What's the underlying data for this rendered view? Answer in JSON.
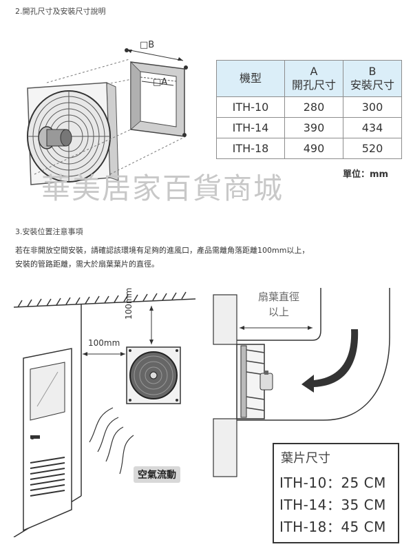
{
  "section2": {
    "title": "2.開孔尺寸及安裝尺寸說明"
  },
  "diagram_labels": {
    "b_label": "□B",
    "a_label": "□A"
  },
  "spec_table": {
    "headers": [
      {
        "line1": "機型",
        "line2": ""
      },
      {
        "line1": "A",
        "line2": "開孔尺寸"
      },
      {
        "line1": "B",
        "line2": "安裝尺寸"
      }
    ],
    "rows": [
      [
        "ITH-10",
        "280",
        "300"
      ],
      [
        "ITH-14",
        "390",
        "434"
      ],
      [
        "ITH-18",
        "490",
        "520"
      ]
    ],
    "unit": "單位：mm"
  },
  "watermark": "華美居家百貨商城",
  "section3": {
    "title": "3.安裝位置注意事項",
    "note_line1": "若在非開放空間安裝，請確認該環境有足夠的進風口，產品需離角落距離100mm以上，",
    "note_line2": "安裝的管路距離，需大於扇葉葉片的直徑。"
  },
  "install": {
    "dist_side": "100mm",
    "dist_top": "100mm",
    "airflow": "空氣流動"
  },
  "duct": {
    "label_line1": "扇葉直徑",
    "label_line2": "以上"
  },
  "blade": {
    "title": "葉片尺寸",
    "lines": [
      "ITH-10：25 CM",
      "ITH-14：35 CM",
      "ITH-18：45 CM"
    ]
  },
  "colors": {
    "table_header_bg": "#dbeef8",
    "fan_frame": "#6b6b6b",
    "watermark": "#c8c8c8"
  }
}
